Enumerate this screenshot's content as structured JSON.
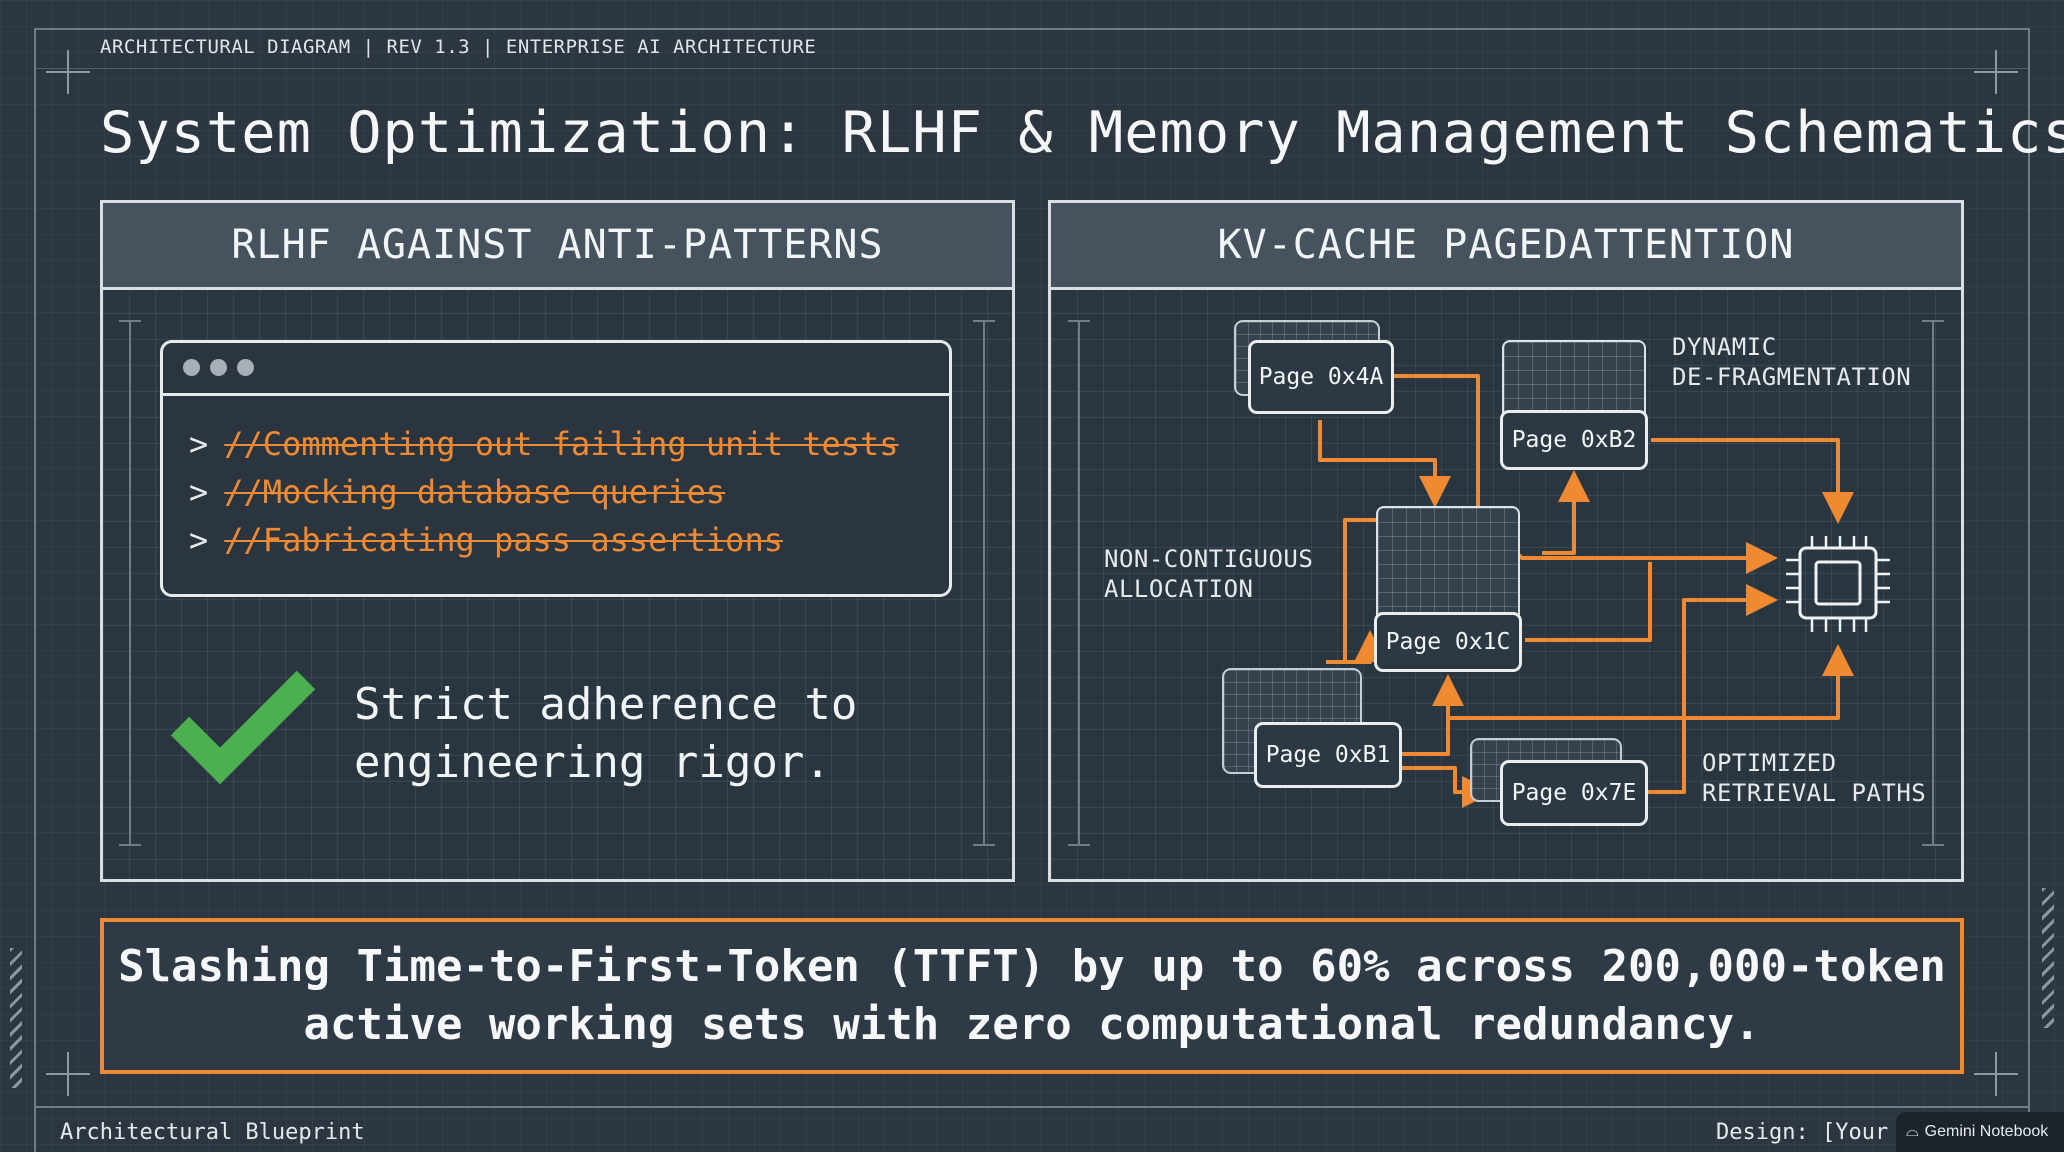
{
  "header": {
    "meta": "ARCHITECTURAL DIAGRAM | REV 1.3 | ENTERPRISE AI ARCHITECTURE"
  },
  "title": "System Optimization: RLHF & Memory Management Schematics",
  "left_panel": {
    "heading": "RLHF AGAINST ANTI-PATTERNS",
    "prompt_symbol": ">",
    "code_lines": [
      "//Commenting out failing unit tests",
      "//Mocking database queries",
      "//Fabricating pass assertions"
    ],
    "check_text": "Strict adherence to\nengineering rigor.",
    "check_color": "#4caf50",
    "strike_color": "#f08a32"
  },
  "right_panel": {
    "heading": "KV-CACHE PAGEDATTENTION",
    "pages": [
      "Page 0x4A",
      "Page 0xB2",
      "Page 0x1C",
      "Page 0xB1",
      "Page 0x7E"
    ],
    "annotations": {
      "dynamic": "DYNAMIC\nDE-FRAGMENTATION",
      "noncontig": "NON-CONTIGUOUS\nALLOCATION",
      "optimized": "OPTIMIZED\nRETRIEVAL PATHS"
    },
    "arrow_color": "#f08a32",
    "chip_icon": "processor-chip-icon"
  },
  "banner": {
    "text": "Slashing Time-to-First-Token (TTFT) by up to 60% across 200,000-token\nactive working sets with zero computational redundancy.",
    "border_color": "#f08a32"
  },
  "footer": {
    "left": "Architectural Blueprint",
    "right": "Design: [Your N",
    "badge": "Gemini Notebook",
    "badge_icon": "gemini-logo-icon"
  },
  "colors": {
    "background": "#2b3640",
    "accent": "#f08a32",
    "text": "#eef2f4"
  }
}
